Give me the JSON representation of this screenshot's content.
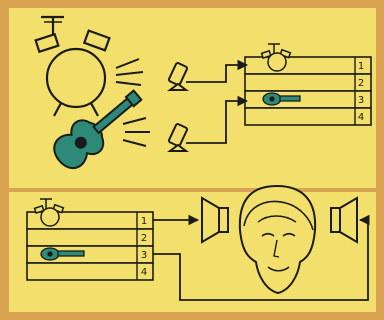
{
  "tracks": [
    "1",
    "2",
    "3",
    "4"
  ],
  "colors": {
    "border": "#d9a352",
    "panel": "#f3e06c",
    "ink": "#1b1b1b",
    "guitar": "#2d8a78"
  },
  "icons": [
    "drum-kit-icon",
    "acoustic-guitar-icon",
    "microphone-icon",
    "speaker-icon",
    "listener-head-icon"
  ]
}
